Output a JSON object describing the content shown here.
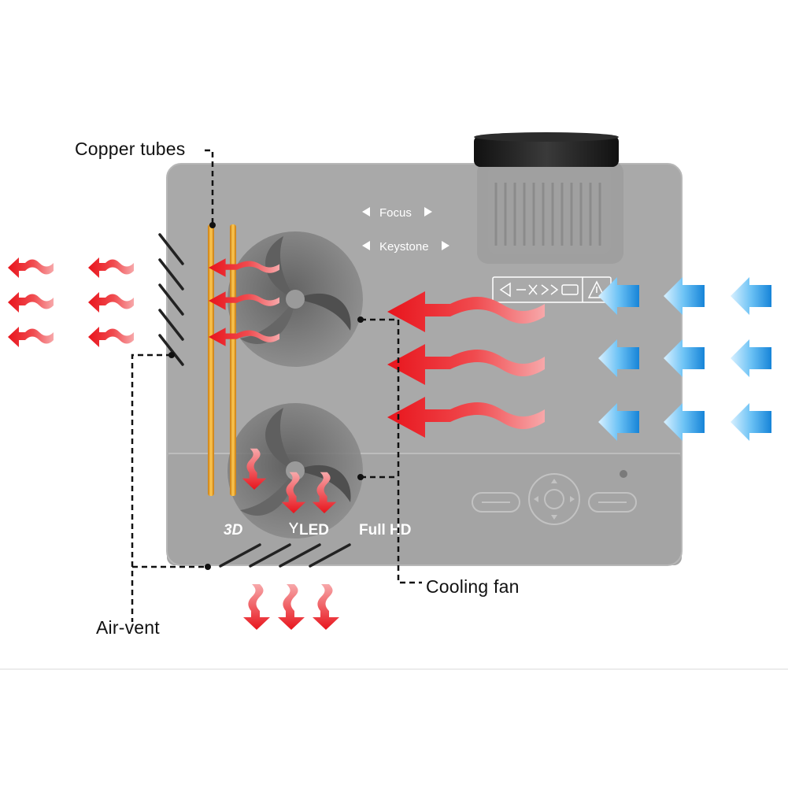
{
  "labels": {
    "copper_tubes": "Copper tubes",
    "cooling_fan": "Cooling fan",
    "air_vent": "Air-vent"
  },
  "panel": {
    "focus": "Focus",
    "keystone": "Keystone"
  },
  "badges": {
    "three_d": "3D",
    "led": "LED",
    "full_hd": "Full HD"
  },
  "colors": {
    "projector_body": "#a9a9a9",
    "projector_body_dark": "#9c9c9c",
    "lens": "#1b1b1b",
    "hot_air": "#e8141c",
    "cool_air": "#3aa7ee",
    "copper_tube": "#f0a020",
    "leader_line": "#111111"
  },
  "icons": {
    "hot_air_arrow": "wavy-red-arrow",
    "cool_air_arrow": "blue-gradient-arrow",
    "fan": "fan-blade-icon",
    "vent_slats": "vent-slat-lines"
  }
}
